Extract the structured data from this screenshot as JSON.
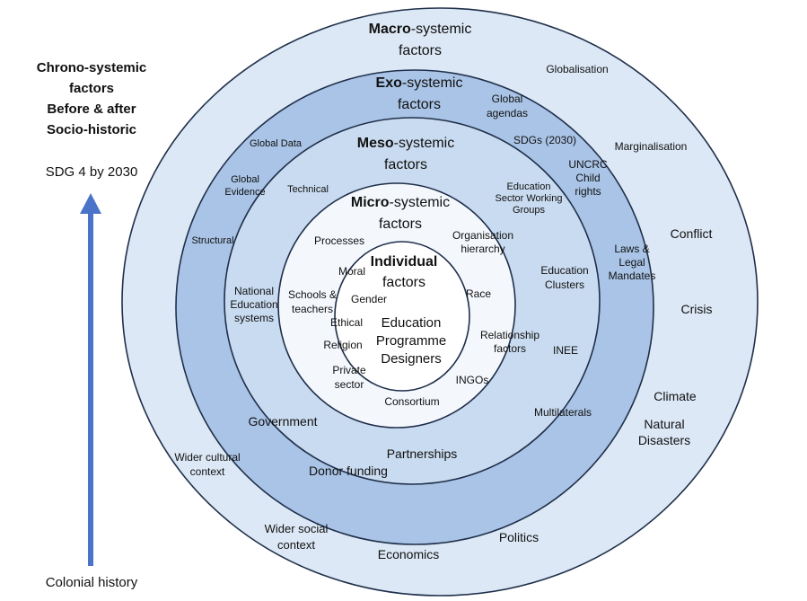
{
  "colors": {
    "macro": "#dce8f5",
    "exo": "#a9c4e6",
    "meso": "#c9dbf0",
    "micro": "#f4f8fd",
    "individual": "#ffffff",
    "stroke": "#1f2f4a",
    "arrow": "#4a74c9"
  },
  "side": {
    "chrono": [
      "Chrono-systemic",
      "factors",
      "Before & after",
      "Socio-historic"
    ],
    "sdg_label": "SDG 4 by 2030",
    "colonial": "Colonial history"
  },
  "macro": {
    "title_bold": "Macro",
    "title_rest": "-systemic",
    "title_line2": "factors",
    "items": {
      "globalisation": "Globalisation",
      "marginalisation": "Marginalisation",
      "conflict": "Conflict",
      "crisis": "Crisis",
      "climate": "Climate",
      "natural_disasters": [
        "Natural",
        "Disasters"
      ],
      "politics": "Politics",
      "economics": "Economics",
      "wider_social": [
        "Wider social",
        "context"
      ],
      "wider_cultural": [
        "Wider cultural",
        "context"
      ]
    }
  },
  "exo": {
    "title_bold": "Exo",
    "title_rest": "-systemic",
    "title_line2": "factors",
    "items": {
      "global_agendas": [
        "Global",
        "agendas"
      ],
      "sdgs": "SDGs  (2030)",
      "uncrc": [
        "UNCRC",
        "Child",
        "rights"
      ],
      "laws": [
        "Laws &",
        "Legal",
        "Mandates"
      ],
      "multilaterals": "Multilaterals",
      "partnerships": "Partnerships",
      "donor_funding": "Donor funding",
      "government": "Government",
      "structural": "Structural",
      "global_evidence": [
        "Global",
        "Evidence"
      ],
      "global_data": "Global Data"
    }
  },
  "meso": {
    "title_bold": "Meso",
    "title_rest": "-systemic",
    "title_line2": "factors",
    "items": {
      "ed_sector": [
        "Education",
        "Sector Working",
        "Groups"
      ],
      "ed_clusters": [
        "Education",
        "Clusters"
      ],
      "inee": "INEE",
      "technical": "Technical",
      "national_ed": [
        "National",
        "Education",
        "systems"
      ]
    }
  },
  "micro": {
    "title_bold": "Micro",
    "title_rest": "-systemic",
    "title_line2": "factors",
    "items": {
      "processes": "Processes",
      "org_hierarchy": [
        "Organisation",
        "hierarchy"
      ],
      "moral": "Moral",
      "schools": [
        "Schools &",
        "teachers"
      ],
      "gender": "Gender",
      "race": "Race",
      "ethical": "Ethical",
      "relationship": [
        "Relationship",
        "factors"
      ],
      "religion": "Religion",
      "private_sector": [
        "Private",
        "sector"
      ],
      "ingos": "INGOs",
      "consortium": "Consortium"
    }
  },
  "individual": {
    "title_bold": "Individual",
    "title_line2": "factors",
    "designers": [
      "Education",
      "Programme",
      "Designers"
    ]
  }
}
